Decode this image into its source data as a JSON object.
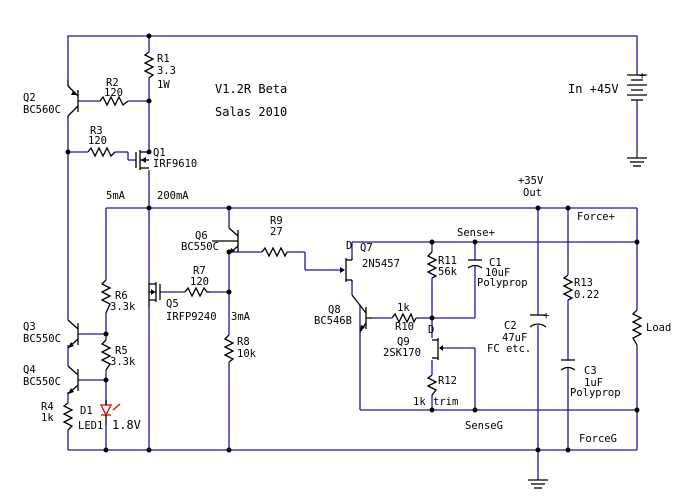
{
  "header": {
    "version": "V1.2R Beta",
    "author": "Salas 2010"
  },
  "supply": {
    "input_label": "In +45V",
    "plus": "+",
    "out_voltage": "+35V",
    "out_label": "Out"
  },
  "currents": {
    "i_5ma": "5mA",
    "i_200ma": "200mA",
    "i_3ma": "3mA"
  },
  "rails": {
    "force_plus": "Force+",
    "sense_plus": "Sense+",
    "sense_g": "SenseG",
    "force_g": "ForceG",
    "load": "Load"
  },
  "components": {
    "r1": {
      "ref": "R1",
      "val": "3.3",
      "rating": "1W"
    },
    "r2": {
      "ref": "R2",
      "val": "120"
    },
    "r3": {
      "ref": "R3",
      "val": "120"
    },
    "q1": {
      "ref": "Q1",
      "part": "IRF9610"
    },
    "q2": {
      "ref": "Q2",
      "part": "BC560C"
    },
    "q3": {
      "ref": "Q3",
      "part": "BC550C"
    },
    "q4": {
      "ref": "Q4",
      "part": "BC550C"
    },
    "r4": {
      "ref": "R4",
      "val": "1k"
    },
    "d1": {
      "ref": "D1",
      "part": "LED1",
      "vf": "1.8V"
    },
    "r5": {
      "ref": "R5",
      "val": "3.3k"
    },
    "r6": {
      "ref": "R6",
      "val": "3.3k"
    },
    "q5": {
      "ref": "Q5",
      "part": "IRFP9240"
    },
    "r7": {
      "ref": "R7",
      "val": "120"
    },
    "q6": {
      "ref": "Q6",
      "part": "BC550C"
    },
    "r8": {
      "ref": "R8",
      "val": "10k"
    },
    "r9": {
      "ref": "R9",
      "val": "27"
    },
    "q7": {
      "ref": "Q7",
      "part": "2N5457",
      "pin": "D"
    },
    "q8": {
      "ref": "Q8",
      "part": "BC546B"
    },
    "r10": {
      "ref": "R10",
      "val": "1k"
    },
    "q9": {
      "ref": "Q9",
      "part": "2SK170",
      "pin": "D"
    },
    "r11": {
      "ref": "R11",
      "val": "56k"
    },
    "r12": {
      "ref": "R12",
      "val": "1k",
      "note": "trim"
    },
    "c1": {
      "ref": "C1",
      "val": "10uF",
      "type": "Polyprop"
    },
    "c2": {
      "ref": "C2",
      "val": "47uF",
      "type": "FC etc.",
      "plus": "+"
    },
    "r13": {
      "ref": "R13",
      "val": "0.22"
    },
    "c3": {
      "ref": "C3",
      "val": "1uF",
      "type": "Polyprop"
    }
  }
}
